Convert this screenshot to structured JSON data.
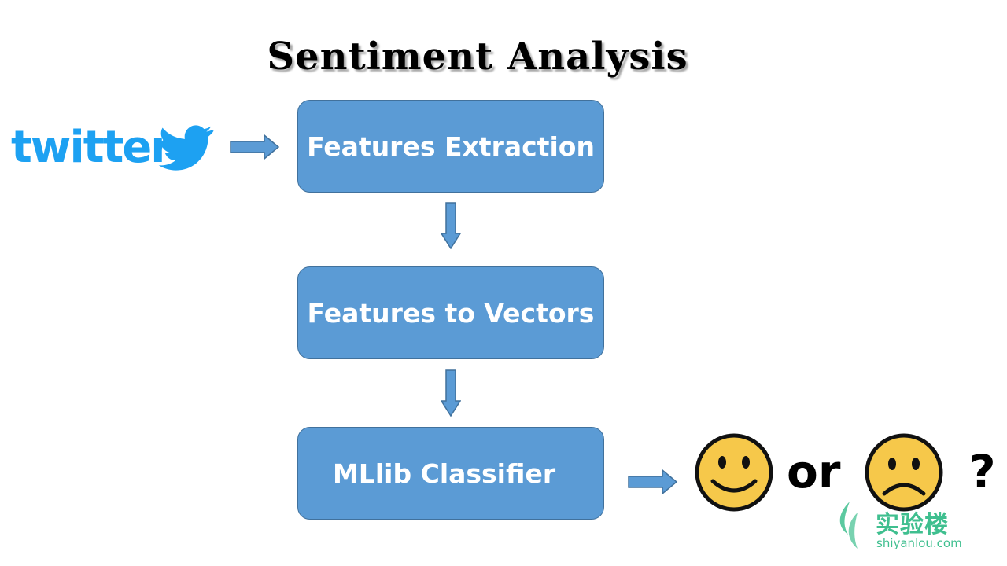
{
  "title": "Sentiment Analysis",
  "source": {
    "logo_text": "twitter",
    "icon": "twitter-bird-logo"
  },
  "steps": [
    {
      "label": "Features Extraction"
    },
    {
      "label": "Features to Vectors"
    },
    {
      "label": "MLlib Classifier"
    }
  ],
  "output": {
    "positive_icon": "smiling-face",
    "connector": "or",
    "negative_icon": "frowning-face",
    "question_mark": "?"
  },
  "watermark": {
    "cn": "实验楼",
    "en": "shiyanlou.com"
  },
  "colors": {
    "box_fill": "#5b9bd5",
    "box_border": "#41719c",
    "twitter_blue": "#1da1f2",
    "face_fill": "#f6c84a",
    "watermark_green": "#3fbf8f"
  }
}
